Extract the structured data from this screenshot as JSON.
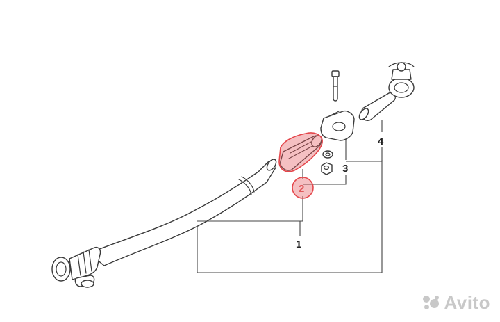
{
  "callouts": {
    "part1": "1",
    "part2": "2",
    "part3": "3",
    "part4": "4"
  },
  "highlight_color": "#e4464b",
  "highlighted_part": "2",
  "watermark": {
    "text": "Avito",
    "icon": "avito-logo-icon"
  }
}
